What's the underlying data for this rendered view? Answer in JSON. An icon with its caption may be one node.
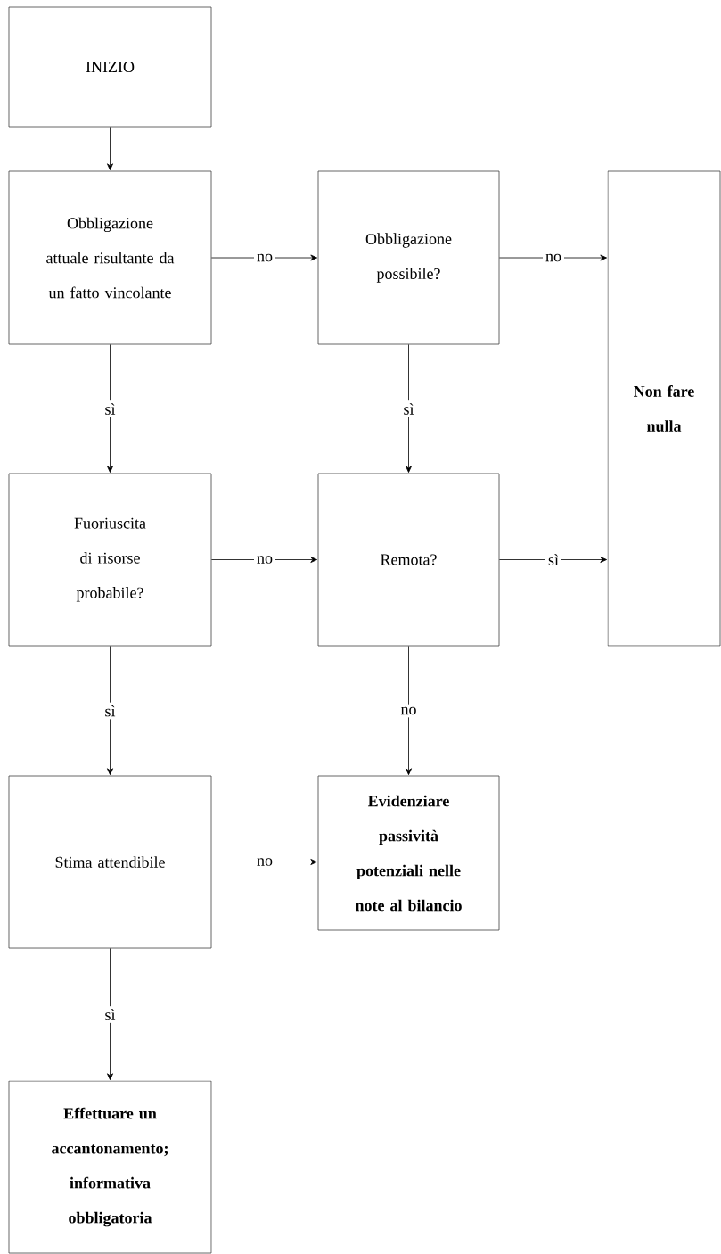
{
  "diagram": {
    "nodes": [
      {
        "text": [
          "INIZIO"
        ]
      },
      {
        "text": [
          "Obbligazione attuale risultante da un fatto vincolante"
        ]
      },
      {
        "text": [
          "Obbligazione possibile?"
        ]
      },
      {
        "text": [
          "Non fare nulla"
        ]
      },
      {
        "text": [
          "Fuoriuscita di risorse probabile?"
        ]
      },
      {
        "text": [
          "Remota?"
        ]
      },
      {
        "text": [
          "Stima attendibile"
        ]
      },
      {
        "text": [
          "Evidenziare passività potenziali nelle note al bilancio"
        ]
      },
      {
        "text": [
          "Effettuare un accantonamento; informativa obbligatoria"
        ]
      }
    ],
    "edges": [
      {
        "from": 0,
        "to": 1,
        "arrow": "to"
      },
      {
        "from": 1,
        "to": 2,
        "arrow": "to",
        "label": "no"
      },
      {
        "from": 2,
        "to": 3,
        "arrow": "to",
        "label": "no"
      },
      {
        "from": 1,
        "to": 4,
        "arrow": "to",
        "label": "sì"
      },
      {
        "from": 2,
        "to": 5,
        "arrow": "to",
        "label": "sì"
      },
      {
        "from": 4,
        "to": 5,
        "arrow": "to",
        "label": "no"
      },
      {
        "from": 5,
        "to": 3,
        "arrow": "to",
        "label": "sì"
      },
      {
        "from": 4,
        "to": 6,
        "arrow": "to",
        "label": "sì"
      },
      {
        "from": 5,
        "to": 7,
        "arrow": "to",
        "label": "no"
      },
      {
        "from": 6,
        "to": 7,
        "arrow": "to",
        "label": "no"
      },
      {
        "from": 6,
        "to": 8,
        "arrow": "to",
        "label": "sì"
      }
    ]
  }
}
